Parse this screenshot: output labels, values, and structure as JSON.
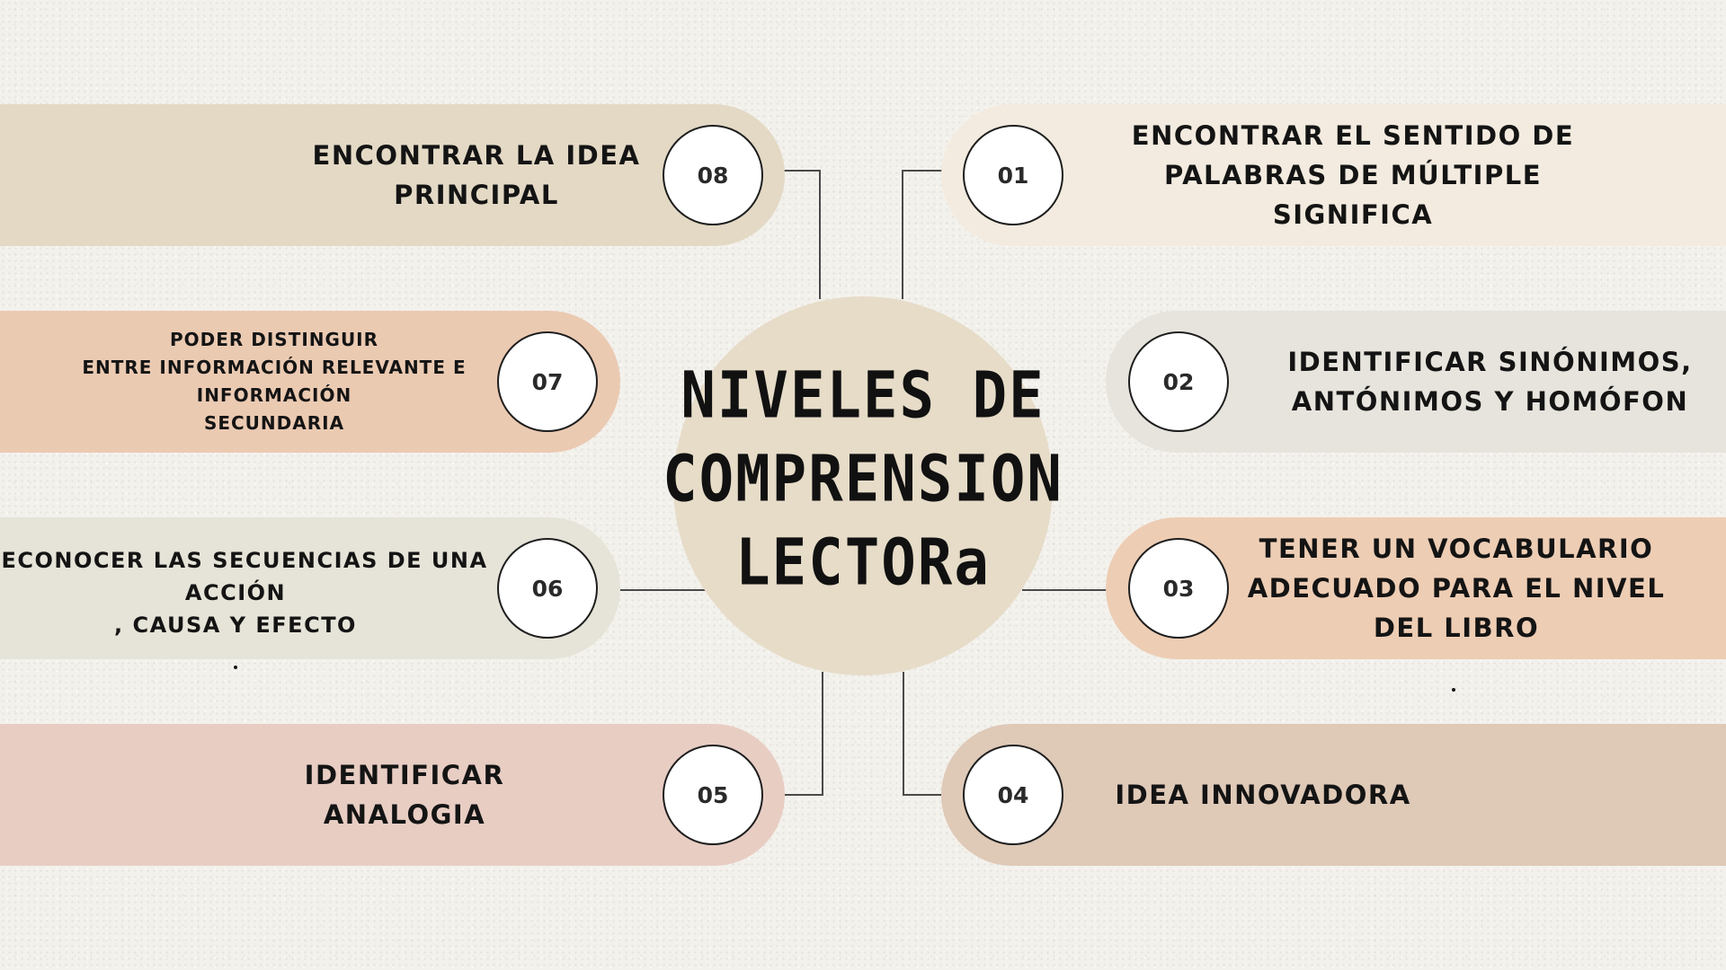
{
  "colors": {
    "p08": "#e3d9c5",
    "p07": "#ebcab2",
    "p06": "#e6e3d8",
    "p05": "#e8cdc3",
    "p01": "#f3ebdf",
    "p02": "#e6e4dc",
    "p03": "#edcdb4",
    "p04": "#dfc9b7",
    "center": "#e6dcc8",
    "line": "#4a4a4a"
  },
  "title": {
    "line1": "NIVELES DE",
    "line2": "COMPRENSION",
    "line3": "LECTORa"
  },
  "items": {
    "i01": {
      "num": "01",
      "lines": [
        "ENCONTRAR EL SENTIDO DE",
        "PALABRAS DE MÚLTIPLE",
        "SIGNIFICA"
      ]
    },
    "i02": {
      "num": "02",
      "lines": [
        "IDENTIFICAR SINÓNIMOS,",
        "ANTÓNIMOS Y HOMÓFON"
      ]
    },
    "i03": {
      "num": "03",
      "lines": [
        "TENER UN VOCABULARIO",
        "ADECUADO PARA EL NIVEL",
        "DEL LIBRO"
      ]
    },
    "i04": {
      "num": "04",
      "lines": [
        "IDEA INNOVADORA"
      ]
    },
    "i05": {
      "num": "05",
      "lines": [
        "IDENTIFICAR",
        "ANALOGIA"
      ]
    },
    "i06": {
      "num": "06",
      "lines": [
        "RECONOCER LAS SECUENCIAS DE UNA",
        "ACCIÓN",
        ", CAUSA Y EFECTO"
      ]
    },
    "i07": {
      "num": "07",
      "lines": [
        "PODER DISTINGUIR",
        "ENTRE INFORMACIÓN RELEVANTE E",
        "INFORMACIÓN",
        "SECUNDARIA"
      ]
    },
    "i08": {
      "num": "08",
      "lines": [
        "ENCONTRAR LA IDEA",
        "PRINCIPAL"
      ]
    }
  }
}
